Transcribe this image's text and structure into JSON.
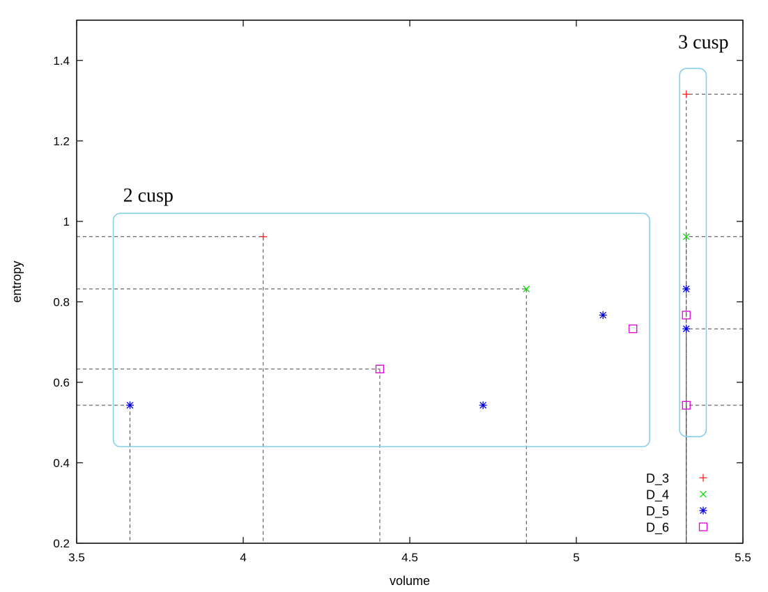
{
  "chart_data": {
    "type": "scatter",
    "title": "",
    "xlabel": "volume",
    "ylabel": "entropy",
    "xlim": [
      3.5,
      5.5
    ],
    "ylim": [
      0.2,
      1.5
    ],
    "xticks": [
      "3.5",
      "4",
      "4.5",
      "5",
      "5.5"
    ],
    "yticks": [
      "0.2",
      "0.4",
      "0.6",
      "0.8",
      "1",
      "1.2",
      "1.4"
    ],
    "grid": false,
    "legend_position": "bottom-right",
    "annotations": [
      {
        "text": "2 cusp",
        "x_range": [
          3.61,
          5.22
        ],
        "y_range": [
          0.44,
          1.02
        ]
      },
      {
        "text": "3 cusp",
        "x_range": [
          5.31,
          5.39
        ],
        "y_range": [
          0.465,
          1.38
        ]
      }
    ],
    "guide_lines": [
      {
        "x": 4.06,
        "y": 0.962,
        "to": "left"
      },
      {
        "x": 4.85,
        "y": 0.832,
        "to": "left"
      },
      {
        "x": 4.41,
        "y": 0.633,
        "to": "left"
      },
      {
        "x": 3.66,
        "y": 0.543,
        "to": "left"
      },
      {
        "x": 5.33,
        "y": 1.316,
        "to": "right"
      },
      {
        "x": 5.33,
        "y": 0.962,
        "to": "right"
      },
      {
        "x": 5.33,
        "y": 0.733,
        "to": "right"
      },
      {
        "x": 5.33,
        "y": 0.543,
        "to": "right"
      }
    ],
    "series": [
      {
        "name": "D_3",
        "marker": "plus",
        "color": "#ff2020",
        "x": [
          4.06,
          5.33
        ],
        "y": [
          0.962,
          1.316
        ]
      },
      {
        "name": "D_4",
        "marker": "cross",
        "color": "#00dd00",
        "x": [
          4.85,
          5.33
        ],
        "y": [
          0.832,
          0.962
        ]
      },
      {
        "name": "D_5",
        "marker": "star",
        "color": "#0000dd",
        "x": [
          3.66,
          4.72,
          5.08,
          5.33,
          5.33
        ],
        "y": [
          0.543,
          0.543,
          0.767,
          0.832,
          0.733
        ]
      },
      {
        "name": "D_6",
        "marker": "square",
        "color": "#dd00dd",
        "x": [
          4.41,
          5.17,
          5.33,
          5.33
        ],
        "y": [
          0.633,
          0.733,
          0.767,
          0.543
        ]
      }
    ],
    "box_color": "#87ceeb"
  }
}
